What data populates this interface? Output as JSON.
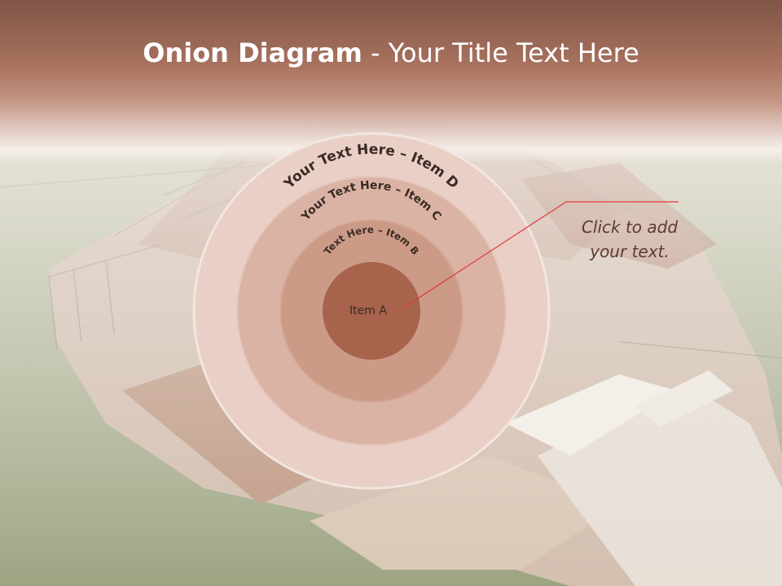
{
  "slide": {
    "title_bold": "Onion Diagram",
    "title_rest": " - Your Title Text Here"
  },
  "diagram": {
    "rings": [
      {
        "label": "Your Text Here – Item D",
        "color": "#e9cfc5"
      },
      {
        "label": "Your Text Here – Item C",
        "color": "#dbb3a4"
      },
      {
        "label": "Text Here – Item B",
        "color": "#cc9b88"
      },
      {
        "label": "Item A",
        "color": "#a8634c"
      }
    ],
    "label_color": "#3a2a24"
  },
  "callout": {
    "text": "Click  to add\nyour text.",
    "line_color": "#e03a3a"
  }
}
